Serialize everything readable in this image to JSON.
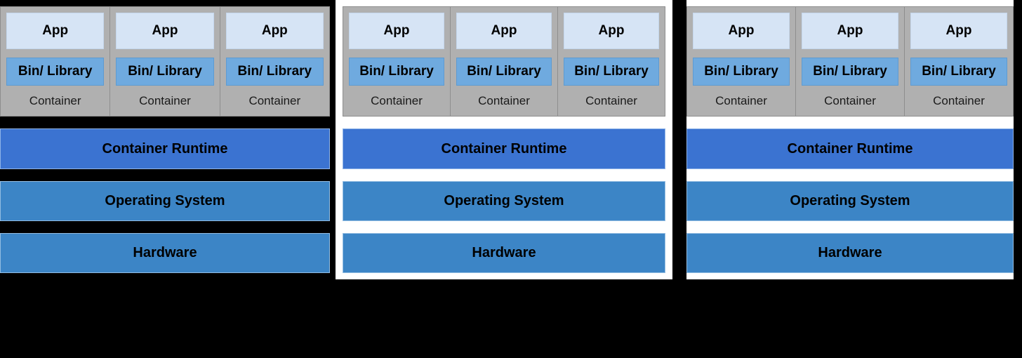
{
  "diagram": {
    "title": "Container architecture stack",
    "background_color": "#000000",
    "panel_background_color": "#FFFFFF",
    "colors": {
      "container_group": "#B0B0B0",
      "container_group_border": "#8E8E8E",
      "app_box": "#D6E4F5",
      "bin_library_box": "#6FAADF",
      "container_runtime_bar": "#3B73D1",
      "operating_system_bar": "#3C85C6",
      "hardware_bar": "#3C85C6",
      "text": "#000000"
    },
    "panels": [
      {
        "id": "panel-1",
        "containers": [
          {
            "app_label": "App",
            "bin_label": "Bin/ Library",
            "caption": "Container"
          },
          {
            "app_label": "App",
            "bin_label": "Bin/ Library",
            "caption": "Container"
          },
          {
            "app_label": "App",
            "bin_label": "Bin/ Library",
            "caption": "Container"
          }
        ],
        "layers": [
          {
            "label": "Container Runtime"
          },
          {
            "label": "Operating System"
          },
          {
            "label": "Hardware"
          }
        ]
      },
      {
        "id": "panel-2",
        "containers": [
          {
            "app_label": "App",
            "bin_label": "Bin/ Library",
            "caption": "Container"
          },
          {
            "app_label": "App",
            "bin_label": "Bin/ Library",
            "caption": "Container"
          },
          {
            "app_label": "App",
            "bin_label": "Bin/ Library",
            "caption": "Container"
          }
        ],
        "layers": [
          {
            "label": "Container Runtime"
          },
          {
            "label": "Operating System"
          },
          {
            "label": "Hardware"
          }
        ]
      },
      {
        "id": "panel-3",
        "containers": [
          {
            "app_label": "App",
            "bin_label": "Bin/ Library",
            "caption": "Container"
          },
          {
            "app_label": "App",
            "bin_label": "Bin/ Library",
            "caption": "Container"
          },
          {
            "app_label": "App",
            "bin_label": "Bin/ Library",
            "caption": "Container"
          }
        ],
        "layers": [
          {
            "label": "Container Runtime"
          },
          {
            "label": "Operating System"
          },
          {
            "label": "Hardware"
          }
        ]
      }
    ]
  }
}
